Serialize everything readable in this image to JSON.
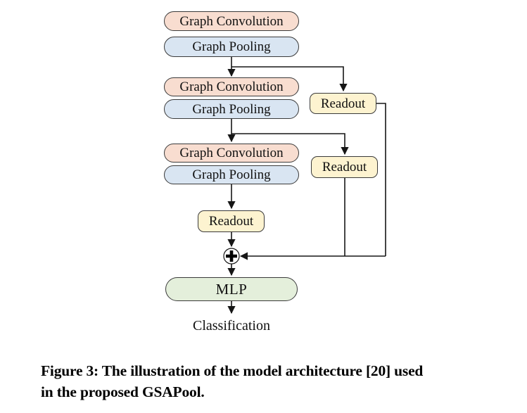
{
  "figure": {
    "nodes": {
      "graph_convolution": "Graph Convolution",
      "graph_pooling": "Graph Pooling",
      "readout": "Readout",
      "mlp": "MLP",
      "classification": "Classification"
    },
    "sum_symbol": "circled-plus (element-wise sum)",
    "edges": [
      {
        "from": "graph_pooling_1",
        "to": "graph_convolution_2"
      },
      {
        "from": "graph_pooling_1",
        "to": "readout_right_1"
      },
      {
        "from": "graph_pooling_2",
        "to": "graph_convolution_3"
      },
      {
        "from": "graph_pooling_2",
        "to": "readout_right_2"
      },
      {
        "from": "graph_pooling_3",
        "to": "readout_center"
      },
      {
        "from": "readout_center",
        "to": "sum"
      },
      {
        "from": "readout_right_1",
        "to": "sum"
      },
      {
        "from": "readout_right_2",
        "to": "sum"
      },
      {
        "from": "sum",
        "to": "mlp"
      },
      {
        "from": "mlp",
        "to": "classification"
      }
    ]
  },
  "caption": {
    "line1": "Figure 3: The illustration of the model architecture [20] used",
    "line2": "in the proposed GSAPool."
  },
  "colors": {
    "conv_fill": "#f8ddd0",
    "pool_fill": "#d9e5f2",
    "readout_fill": "#fdf3d0",
    "mlp_fill": "#e4efdb",
    "box_border": "#3a3a3a",
    "line": "#161616",
    "background": "#ffffff"
  }
}
